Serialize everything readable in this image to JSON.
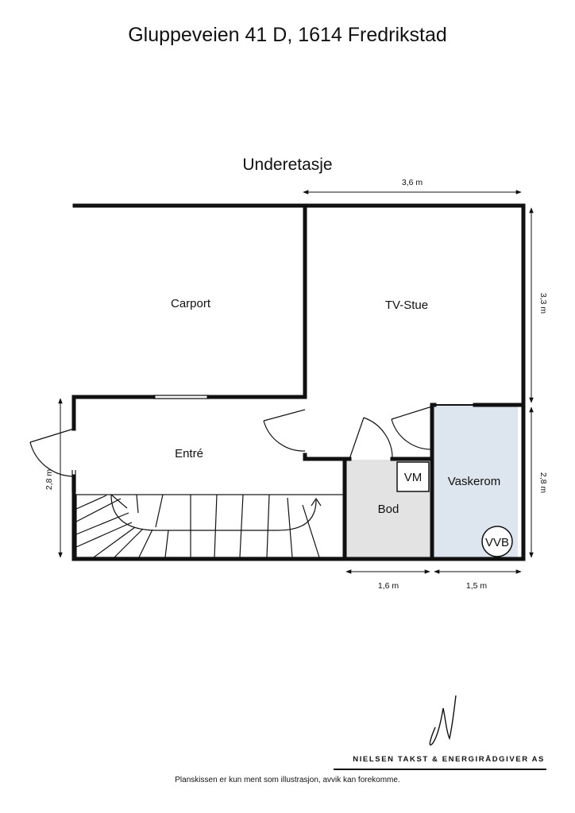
{
  "header": {
    "address": "Gluppeveien 41 D, 1614 Fredrikstad",
    "floor_name": "Underetasje"
  },
  "rooms": {
    "carport": "Carport",
    "tv_stue": "TV-Stue",
    "entre": "Entré",
    "bod": "Bod",
    "vaskerom": "Vaskerom",
    "vm": "VM",
    "vvb": "VVB"
  },
  "dimensions": {
    "top_width": "3,6 m",
    "right_upper": "3,3 m",
    "right_lower": "2,8 m",
    "left_height": "2,8 m",
    "bottom_bod": "1,6 m",
    "bottom_vaskerom": "1,5 m"
  },
  "colors": {
    "bod_fill": "#e3e3e3",
    "vaskerom_fill": "#dde6ee",
    "wall": "#111111"
  },
  "footer": {
    "company": "NIELSEN TAKST & ENERGIRÅDGIVER AS",
    "disclaimer": "Planskissen er kun ment som illustrasjon, avvik kan forekomme."
  }
}
